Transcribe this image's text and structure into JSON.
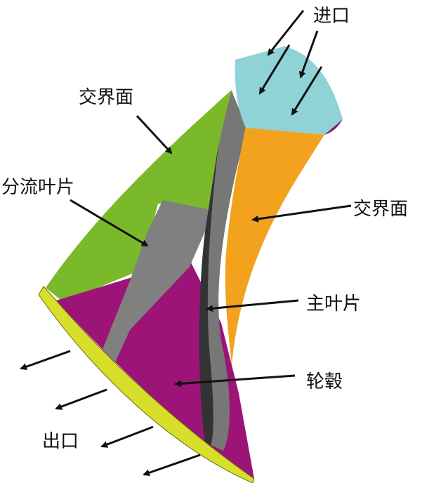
{
  "labels": {
    "inlet": "进口",
    "interface_left": "交界面",
    "splitter_blade": "分流叶片",
    "interface_right": "交界面",
    "main_blade": "主叶片",
    "hub": "轮毂",
    "outlet": "出口"
  },
  "colors": {
    "inlet": "#8fd3d6",
    "interface_left": "#7ab929",
    "interface_right": "#f2a21c",
    "blade": "#8a8a8a",
    "hub": "#9c1478",
    "outlet_rim": "#d8df2a",
    "arrow": "#111111"
  }
}
